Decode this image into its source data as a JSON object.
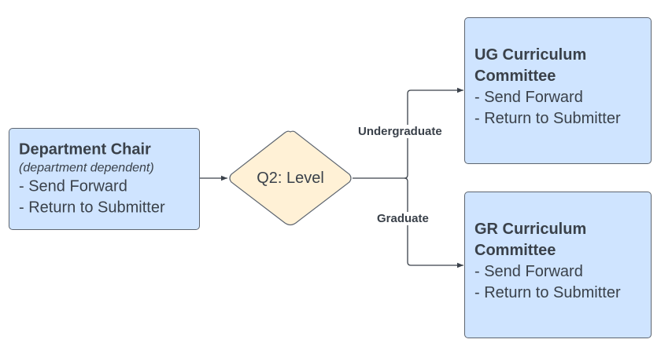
{
  "diagram": {
    "nodes": {
      "department_chair": {
        "title": "Department Chair",
        "subtitle": "(department dependent)",
        "items": [
          "- Send Forward",
          "- Return to Submitter"
        ]
      },
      "decision": {
        "label": "Q2: Level"
      },
      "ug_committee": {
        "title_line1": "UG Curriculum",
        "title_line2": "Committee",
        "items": [
          "- Send Forward",
          "- Return to Submitter"
        ]
      },
      "gr_committee": {
        "title_line1": "GR Curriculum",
        "title_line2": "Committee",
        "items": [
          "- Send Forward",
          "- Return to Submitter"
        ]
      }
    },
    "edges": {
      "undergraduate_label": "Undergraduate",
      "graduate_label": "Graduate"
    },
    "colors": {
      "process_fill": "#cfe4ff",
      "decision_fill": "#fff1d6",
      "stroke": "#3a414a"
    }
  }
}
